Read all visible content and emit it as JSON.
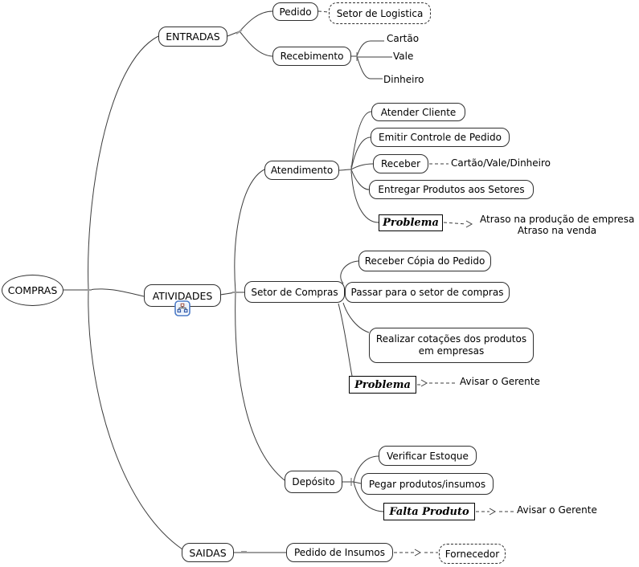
{
  "colors": {
    "edge": "#3d3d3d",
    "node_border": "#2f2f2f",
    "problem_border": "#000000",
    "icon_blue": "#4a7ac7",
    "background": "#ffffff"
  },
  "mindmap": {
    "root": "COMPRAS",
    "entradas": {
      "label": "ENTRADAS",
      "pedido": "Pedido",
      "setor_logistica": "Setor de Logistica",
      "recebimento": "Recebimento",
      "cartao": "Cartão",
      "vale": "Vale",
      "dinheiro": "Dinheiro"
    },
    "atividades": {
      "label": "ATIVIDADES",
      "atendimento": {
        "label": "Atendimento",
        "atender_cliente": "Atender Cliente",
        "emitir_controle": "Emitir Controle de Pedido",
        "receber": "Receber",
        "receber_nota": "Cartão/Vale/Dinheiro",
        "entregar_produtos": "Entregar Produtos aos Setores",
        "problema": "Problema",
        "problema_nota_1": "Atraso na produção de empresa",
        "problema_nota_2": "Atraso na venda"
      },
      "setor_compras": {
        "label": "Setor de Compras",
        "receber_copia": "Receber Cópia do Pedido",
        "passar_setor": "Passar para o setor de compras",
        "realizar_linha_1": "Realizar cotações dos produtos",
        "realizar_linha_2": "em empresas",
        "problema": "Problema",
        "problema_nota": "Avisar o Gerente"
      },
      "deposito": {
        "label": "Depósito",
        "verificar_estoque": "Verificar Estoque",
        "pegar_produtos": "Pegar produtos/insumos",
        "falta_produto": "Falta Produto",
        "falta_nota": "Avisar o Gerente"
      }
    },
    "saidas": {
      "label": "SAIDAS",
      "pedido_insumos": "Pedido de Insumos",
      "fornecedor": "Fornecedor"
    }
  }
}
